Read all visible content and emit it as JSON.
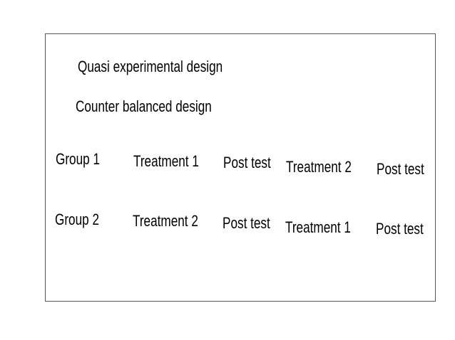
{
  "titles": {
    "main": "Quasi experimental design",
    "sub": "Counter balanced design"
  },
  "rows": [
    {
      "group": "Group 1",
      "cells": [
        "Treatment 1",
        "Post test",
        "Treatment 2",
        "Post test"
      ]
    },
    {
      "group": "Group 2",
      "cells": [
        "Treatment 2",
        "Post test",
        "Treatment 1",
        "Post test"
      ]
    }
  ]
}
